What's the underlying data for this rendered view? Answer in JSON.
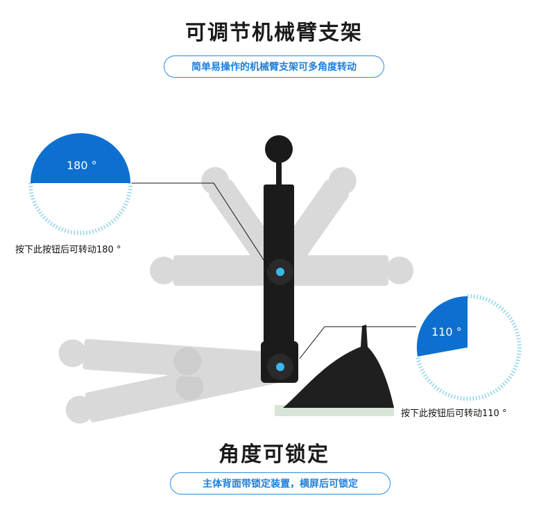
{
  "header": {
    "title": "可调节机械臂支架",
    "subtitle": "简单易操作的机械臂支架可多角度转动"
  },
  "dial_left": {
    "angle_label": "180 °",
    "caption": "按下此按钮后可转动180 °"
  },
  "dial_right": {
    "angle_label": "110 °",
    "caption": "按下此按钮后可转动110 °"
  },
  "footer": {
    "title": "角度可锁定",
    "subtitle": "主体背面带锁定装置，横屏后可锁定"
  },
  "colors": {
    "accent": "#0d6fd0",
    "pill_border": "#2a8be0",
    "product": "#1b1b1b",
    "ghost": "#d0d0d0"
  }
}
